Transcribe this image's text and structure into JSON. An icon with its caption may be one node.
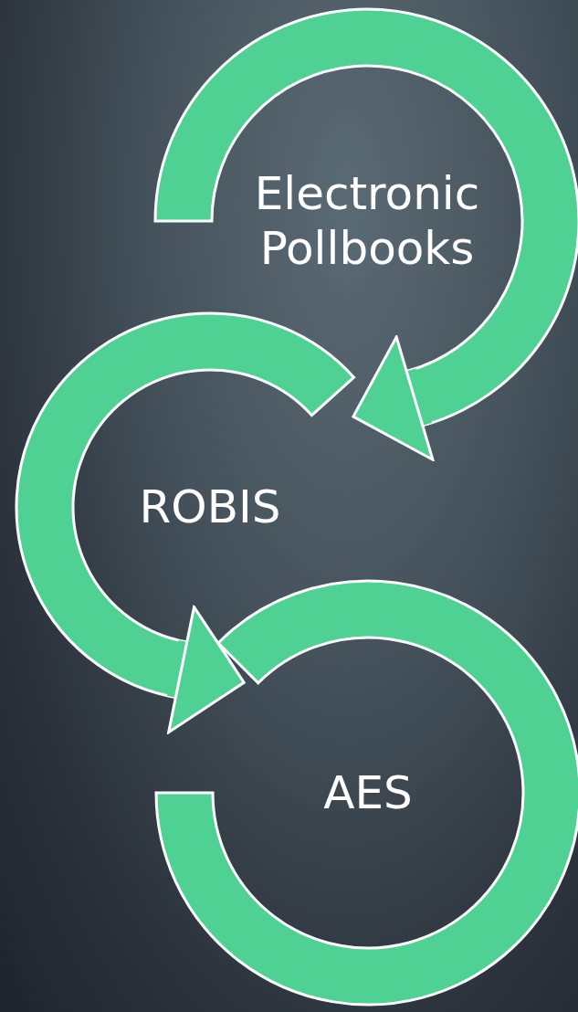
{
  "diagram": {
    "nodes": [
      {
        "text": [
          "Electronic Pollbooks"
        ]
      },
      {
        "text": [
          "ROBIS"
        ]
      },
      {
        "text": [
          "AES"
        ]
      }
    ],
    "edges": [
      {
        "from": 0,
        "to": 1,
        "arrow": "to"
      },
      {
        "from": 1,
        "to": 2,
        "arrow": "to"
      }
    ]
  }
}
